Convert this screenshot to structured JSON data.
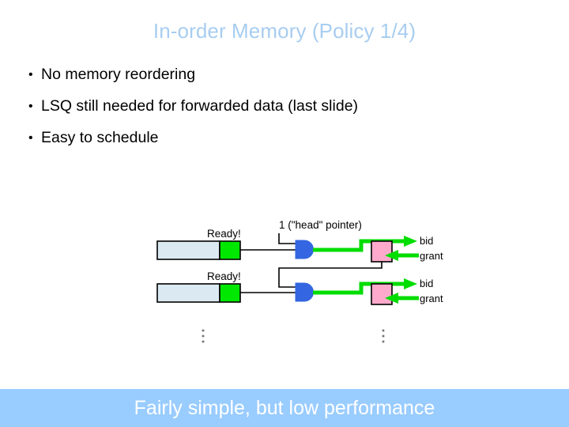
{
  "slide": {
    "title": "In-order Memory (Policy 1/4)",
    "bullet_marker": "•",
    "bullets": [
      "No memory reordering",
      "LSQ still needed for forwarded data (last slide)",
      "Easy to schedule"
    ],
    "footer": "Fairly simple, but low performance"
  },
  "colors": {
    "title": "#a8cdf0",
    "footer_bg": "#99ccff",
    "footer_text": "#ffffff",
    "entry_fill": "#dae9f2",
    "ready_fill": "#00e700",
    "gate_fill": "#3366e0",
    "arbiter_fill": "#ffaacc",
    "wire_green": "#00dd00",
    "wire_black": "#000000"
  },
  "diagram": {
    "head_pointer_label": "1 (\"head\" pointer)",
    "ellipsis_glyph": "⋮",
    "rows": [
      {
        "ready_label": "Ready!",
        "bid_label": "bid",
        "grant_label": "grant"
      },
      {
        "ready_label": "Ready!",
        "bid_label": "bid",
        "grant_label": "grant"
      }
    ]
  }
}
